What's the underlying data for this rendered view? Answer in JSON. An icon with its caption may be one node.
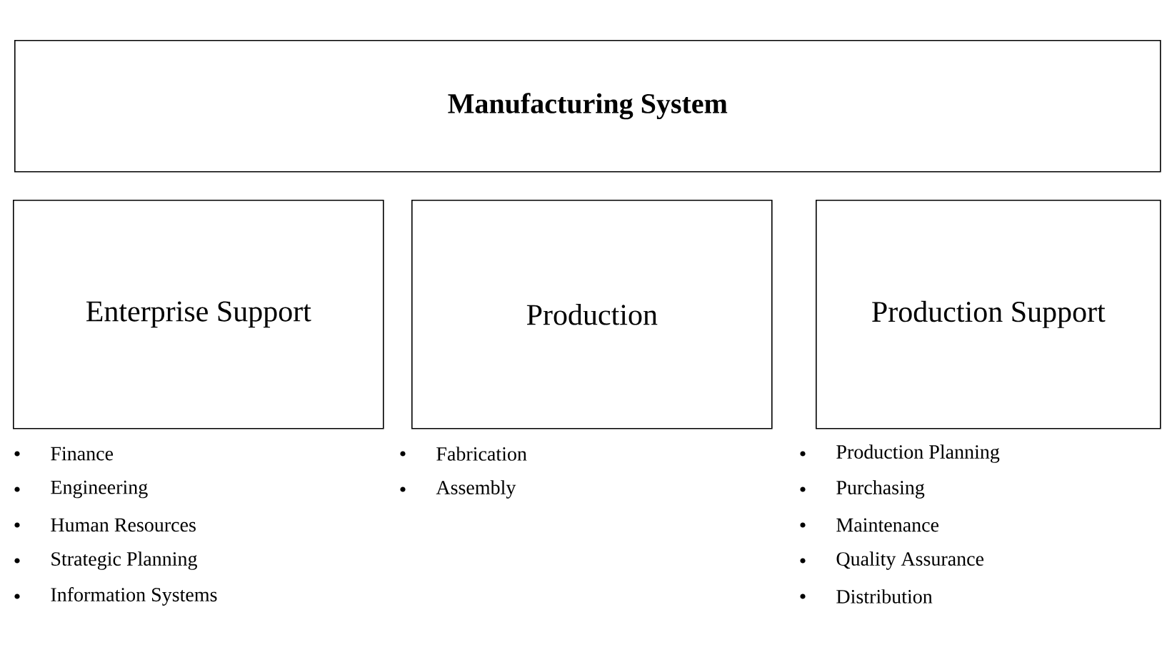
{
  "diagram": {
    "nodes": [
      {
        "text": [
          "**Manufacturing System**"
        ]
      },
      {
        "text": [
          "Enterprise Support"
        ],
        "beside": [
          "Finance",
          "Engineering",
          "Human Resources",
          "Strategic Planning",
          "Information Systems"
        ]
      },
      {
        "text": [
          "Production"
        ],
        "beside": [
          "Fabrication",
          "Assembly"
        ]
      },
      {
        "text": [
          "Production Support"
        ],
        "beside": [
          "Production Planning",
          "Purchasing",
          "Maintenance",
          "Quality Assurance",
          "Distribution"
        ]
      }
    ]
  }
}
